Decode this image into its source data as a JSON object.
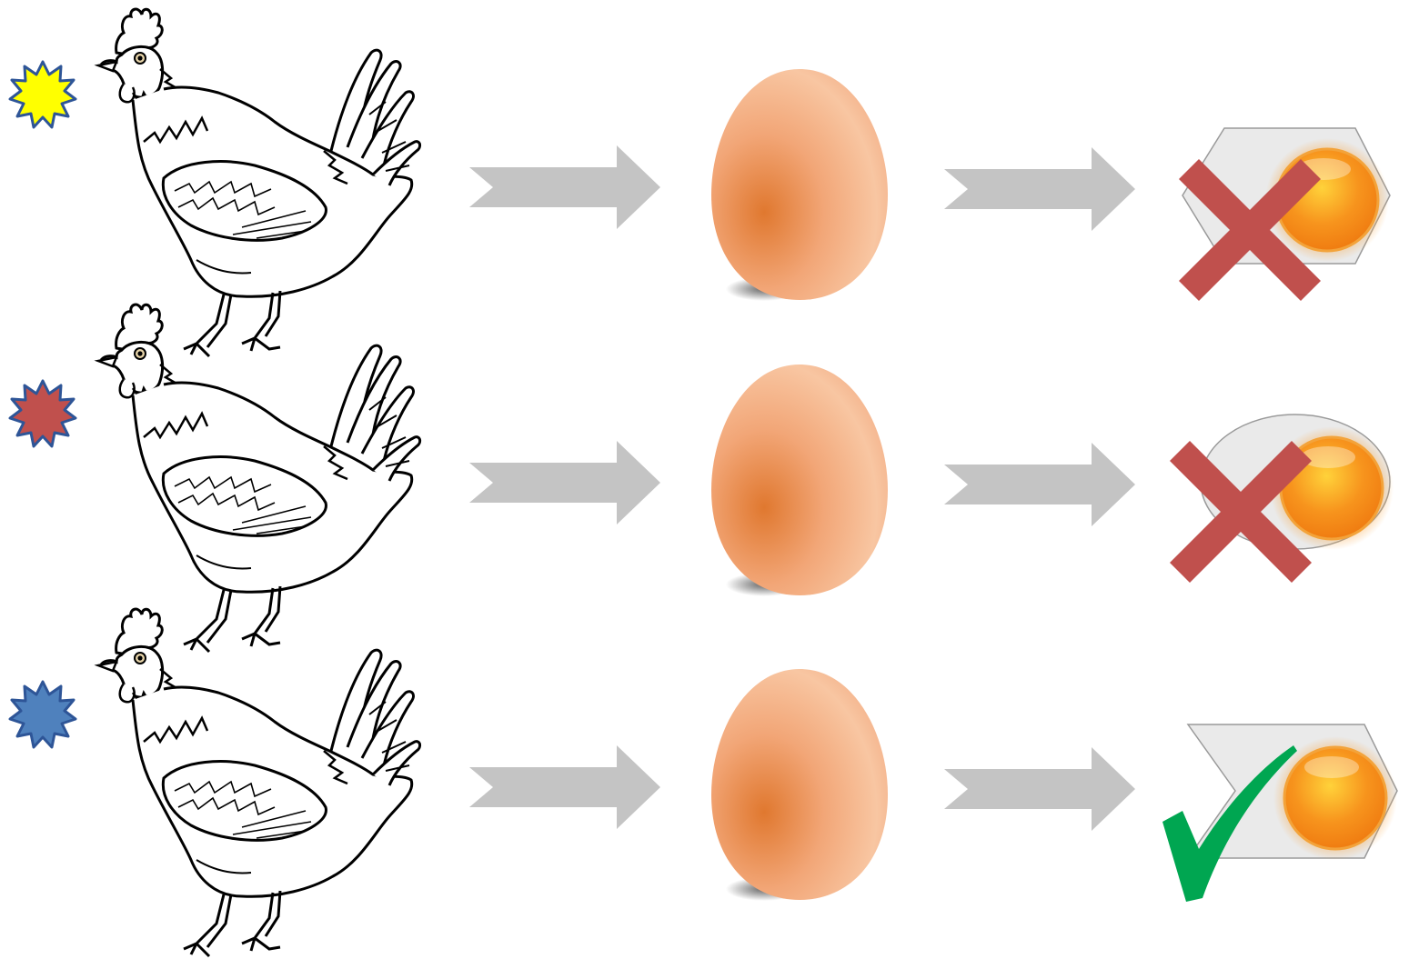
{
  "rows": [
    {
      "marker": {
        "shape": "starburst",
        "color": "#ffff00",
        "stroke": "#2e5597"
      },
      "hen": {
        "icon": "hen-icon"
      },
      "egg": {
        "icon": "egg-icon"
      },
      "outcome": {
        "plate_shape": "hexagon",
        "result": "rejected",
        "result_icon": "red-x-icon",
        "result_color": "#c0504d"
      }
    },
    {
      "marker": {
        "shape": "starburst",
        "color": "#c0504d",
        "stroke": "#2e5597"
      },
      "hen": {
        "icon": "hen-icon"
      },
      "egg": {
        "icon": "egg-icon"
      },
      "outcome": {
        "plate_shape": "ellipse",
        "result": "rejected",
        "result_icon": "red-x-icon",
        "result_color": "#c0504d"
      }
    },
    {
      "marker": {
        "shape": "starburst",
        "color": "#4f81bd",
        "stroke": "#2e5597"
      },
      "hen": {
        "icon": "hen-icon"
      },
      "egg": {
        "icon": "egg-icon"
      },
      "outcome": {
        "plate_shape": "chevron",
        "result": "accepted",
        "result_icon": "green-check-icon",
        "result_color": "#00a651"
      }
    }
  ],
  "arrow_color": "#c4c4c4",
  "egg_color": "#f0a57a",
  "yolk_color": "#f7941d",
  "plate_color": "#eaeaea"
}
